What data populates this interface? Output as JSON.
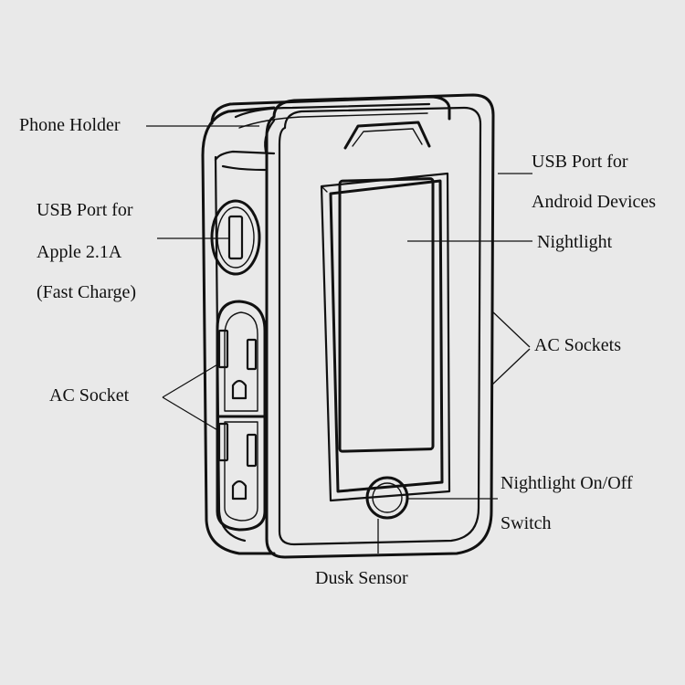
{
  "labels": {
    "phone_holder": "Phone Holder",
    "usb_apple_line1": "USB Port for",
    "usb_apple_line2": "Apple 2.1A",
    "usb_apple_line3": "(Fast Charge)",
    "ac_socket": "AC Socket",
    "usb_android_line1": "USB Port for",
    "usb_android_line2": "Android Devices",
    "nightlight": "Nightlight",
    "ac_sockets": "AC Sockets",
    "nightlight_switch_line1": "Nightlight On/Off",
    "nightlight_switch_line2": "Switch",
    "dusk_sensor": "Dusk Sensor"
  }
}
